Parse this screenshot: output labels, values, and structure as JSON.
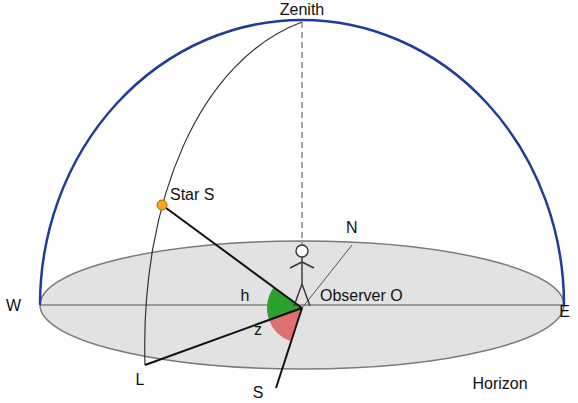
{
  "diagram": {
    "labels": [
      "Zenith",
      "Star S",
      "N",
      "W",
      "E",
      "h",
      "Observer O",
      "z",
      "L",
      "S",
      "Horizon"
    ]
  }
}
